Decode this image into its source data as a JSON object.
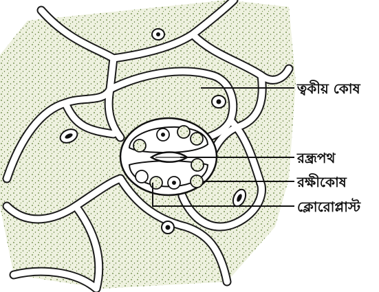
{
  "labels": {
    "epidermal_cell": "ত্বকীয় কোষ",
    "stoma": "রন্ধ্রপথ",
    "guard_cell": "রক্ষীকোষ",
    "chloroplast": "ক্লোরোপ্লাস্ট"
  },
  "colors": {
    "stipple": "#5b7a33",
    "cell_fill": "#eef1df",
    "outline": "#1a1a1a",
    "wall": "#ffffff"
  }
}
